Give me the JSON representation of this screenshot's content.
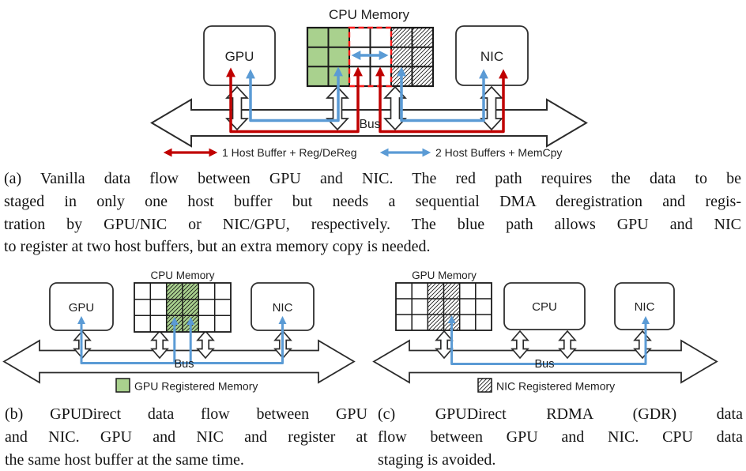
{
  "colors": {
    "red": "#C00000",
    "blue": "#5B9BD5",
    "green": "#A9D18E",
    "dash_red": "#FF1A1A"
  },
  "panel_a": {
    "memory_label": "CPU Memory",
    "gpu_label": "GPU",
    "nic_label": "NIC",
    "bus_label": "Bus",
    "legend_red": "1 Host Buffer + Reg/DeReg",
    "legend_blue": "2 Host Buffers + MemCpy",
    "caption": {
      "line1": "(a) Vanilla data flow between GPU and NIC. The red path requires the data to be",
      "line2": "staged in only one host buffer but needs a sequential DMA deregistration and regis-",
      "line3": "tration by GPU/NIC or NIC/GPU, respectively. The blue path allows GPU and NIC",
      "line4": "to register at two host buffers, but an extra memory copy is needed."
    }
  },
  "panel_b": {
    "memory_label": "CPU Memory",
    "gpu_label": "GPU",
    "nic_label": "NIC",
    "bus_label": "Bus",
    "legend": "GPU Registered Memory",
    "caption": {
      "line1": "(b) GPUDirect data flow between GPU",
      "line2": "and NIC. GPU and NIC and register at",
      "line3": "the same host buffer at the same time."
    }
  },
  "panel_c": {
    "memory_label": "GPU Memory",
    "cpu_label": "CPU",
    "nic_label": "NIC",
    "bus_label": "Bus",
    "legend": "NIC Registered Memory",
    "caption": {
      "line1": "(c) GPUDirect RDMA (GDR) data",
      "line2": "flow between GPU and NIC. CPU data",
      "line3": "staging is avoided."
    }
  }
}
